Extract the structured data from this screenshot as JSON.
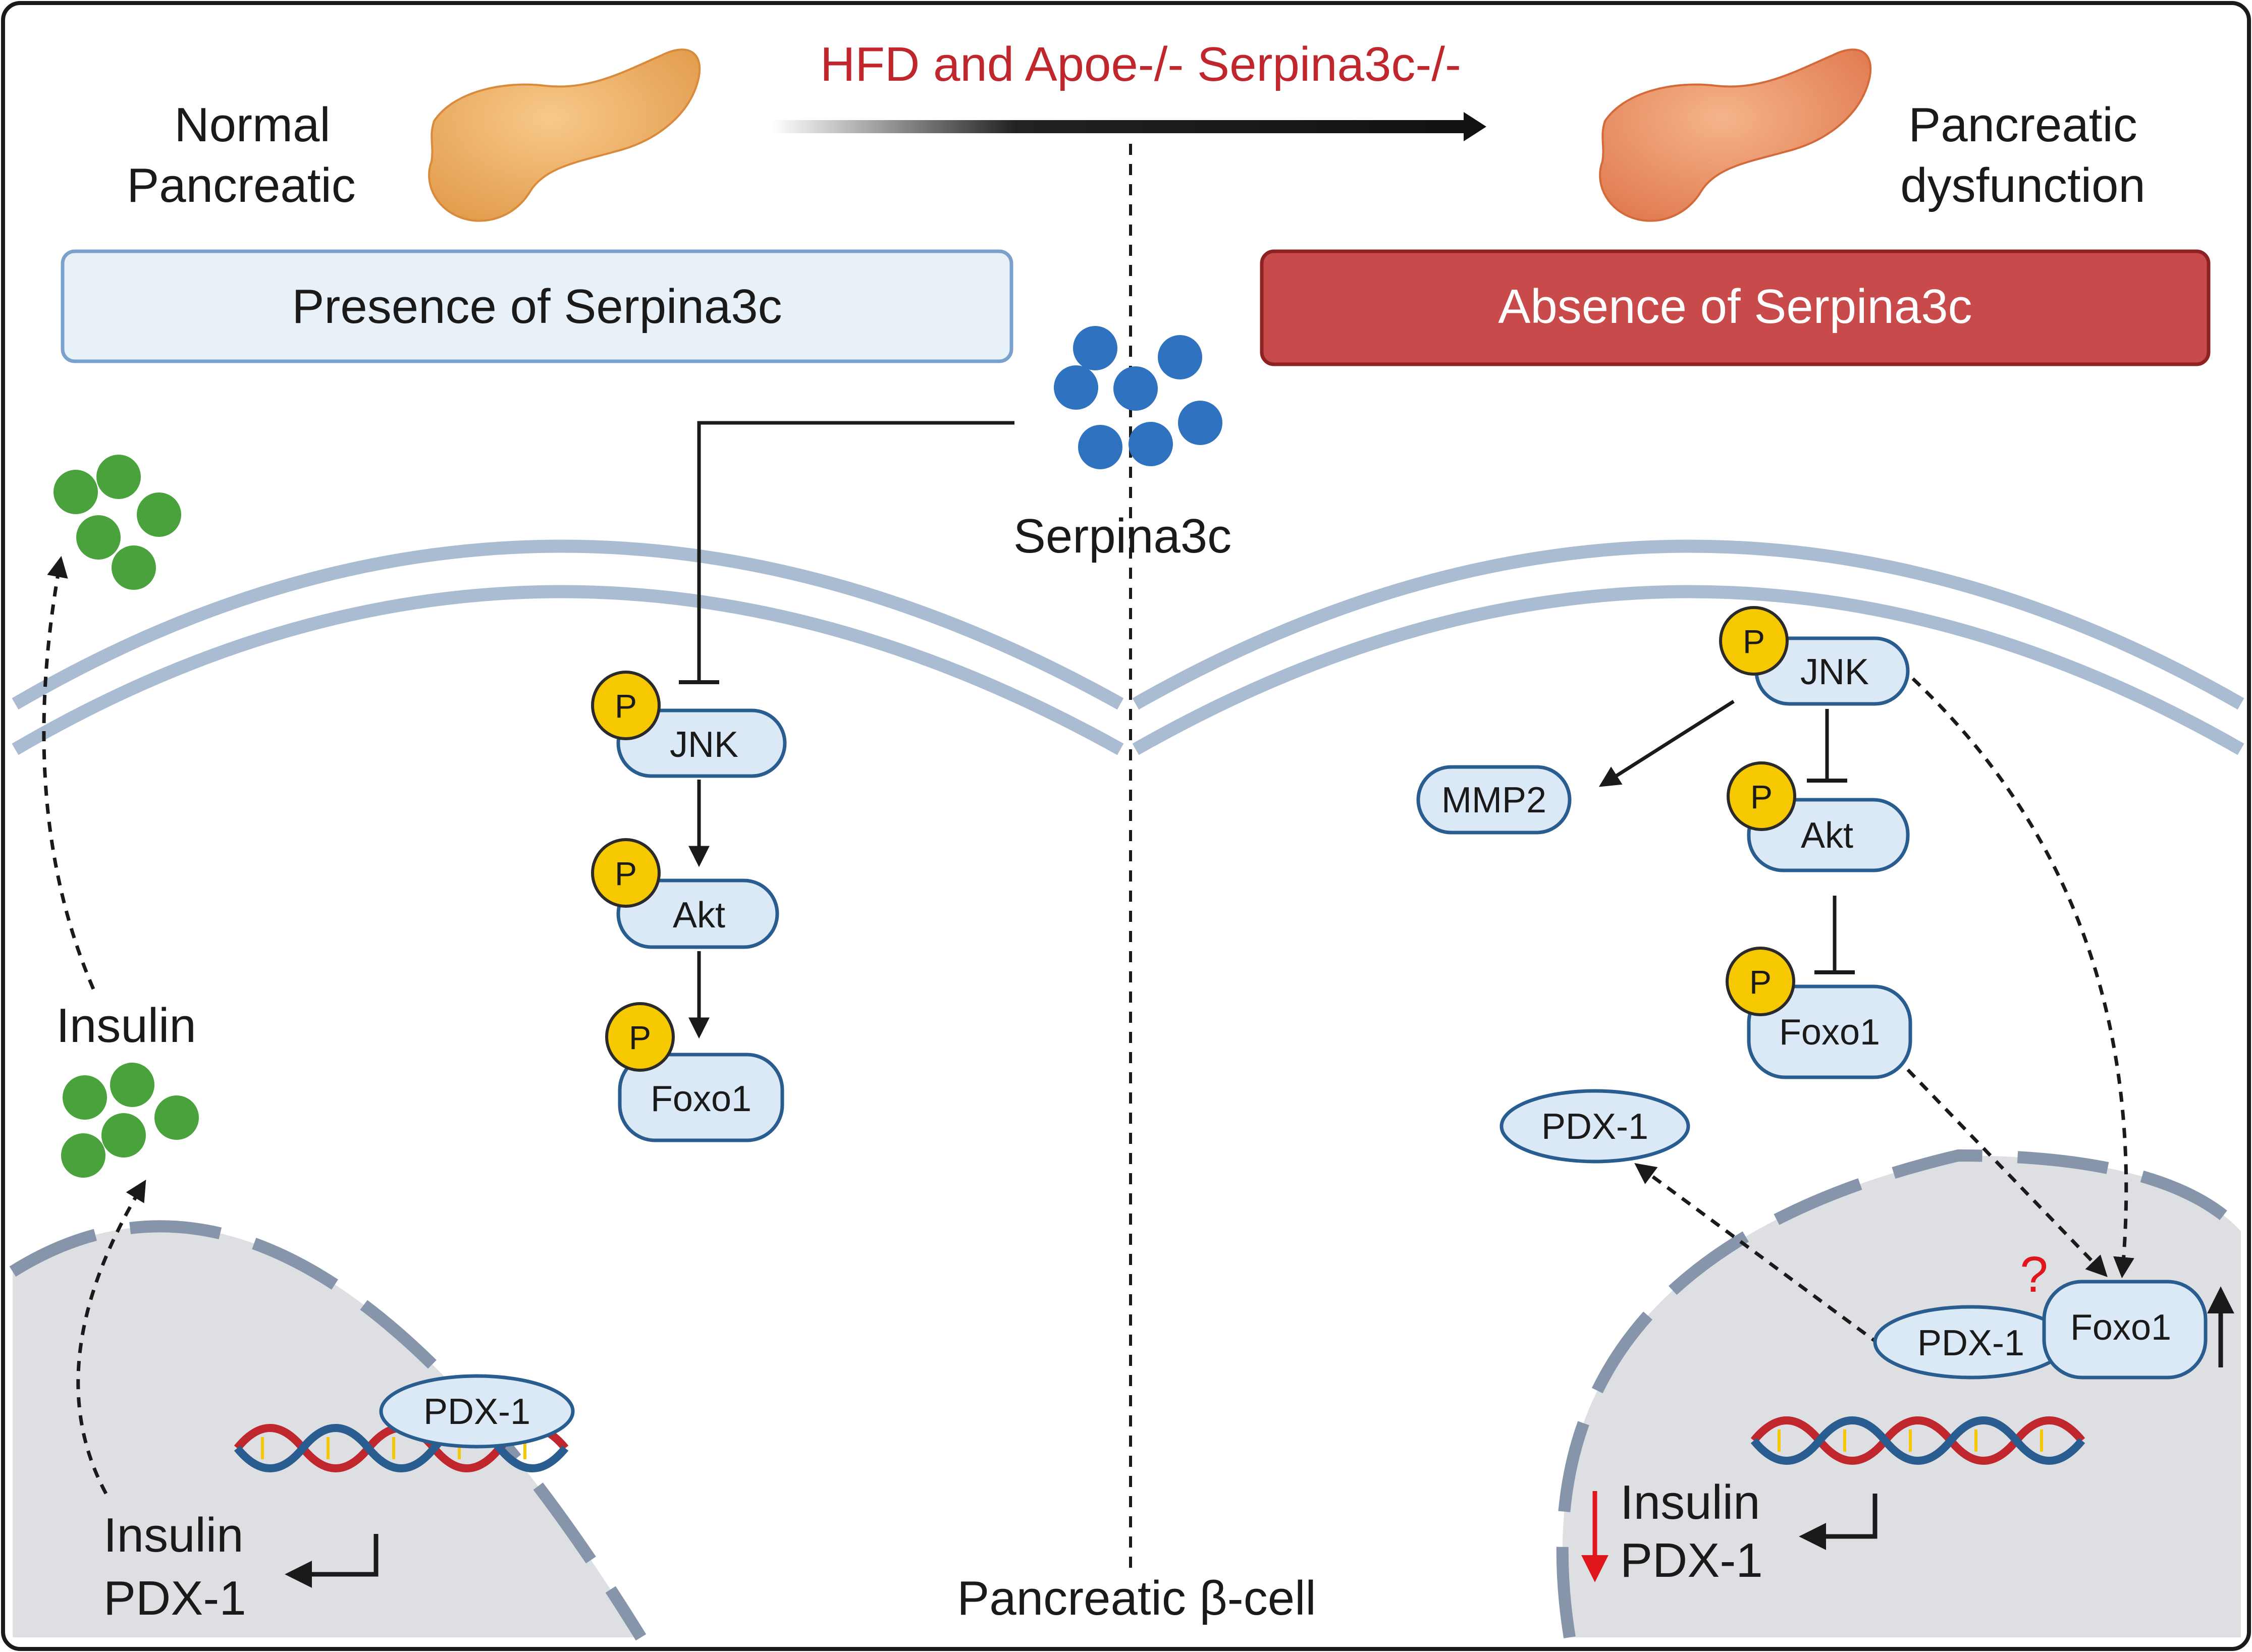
{
  "header": {
    "condition_label": "HFD and Apoe-/- Serpina3c-/-",
    "left_state": [
      "Normal",
      "Pancreatic"
    ],
    "right_state": [
      "Pancreatic",
      "dysfunction"
    ]
  },
  "left_panel": {
    "banner": "Presence of Serpina3c",
    "phospho": "P",
    "proteins": {
      "jnk": "JNK",
      "akt": "Akt",
      "foxo1": "Foxo1",
      "pdx1": "PDX-1"
    },
    "insulin_label": "Insulin",
    "gene_labels": [
      "Insulin",
      "PDX-1"
    ]
  },
  "right_panel": {
    "banner": "Absence of Serpina3c",
    "phospho": "P",
    "proteins": {
      "jnk": "JNK",
      "akt": "Akt",
      "foxo1": "Foxo1",
      "mmp2": "MMP2",
      "pdx1_cyto": "PDX-1",
      "pdx1_nuc": "PDX-1",
      "foxo1_nuc": "Foxo1"
    },
    "question_mark": "?",
    "gene_labels": [
      "Insulin",
      "PDX-1"
    ]
  },
  "center": {
    "serpina3c_label": "Serpina3c",
    "cell_label": "Pancreatic β-cell"
  },
  "colors": {
    "condition_red": "#c0272d",
    "banner_left_fill": "#e8f0f8",
    "banner_left_stroke": "#7aa0cc",
    "banner_right_fill": "#c94a4a",
    "protein_fill": "#dbe8f6",
    "protein_stroke": "#2a5d8f",
    "phospho_fill": "#f5c800",
    "serpina3c_dot": "#2f73c0",
    "insulin_dot": "#4aa23c",
    "membrane": "#a9bcd1",
    "nucleus": "#dedfe2",
    "down_arrow": "#e0161d"
  }
}
